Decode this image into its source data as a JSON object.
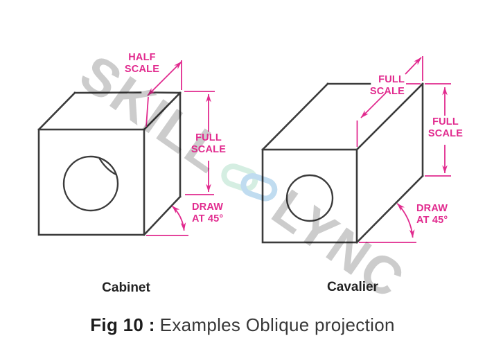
{
  "figure": {
    "cabinet": {
      "label": "Cabinet",
      "depth_dim": [
        "HALF",
        "SCALE"
      ],
      "height_dim": [
        "FULL",
        "SCALE"
      ],
      "angle_note": [
        "DRAW",
        "AT 45°"
      ]
    },
    "cavalier": {
      "label": "Cavalier",
      "depth_dim": [
        "FULL",
        "SCALE"
      ],
      "height_dim": [
        "FULL",
        "SCALE"
      ],
      "angle_note": [
        "DRAW",
        "AT 45°"
      ]
    },
    "caption": {
      "prefix": "Fig 10 :",
      "title": "Examples Oblique projection"
    },
    "watermark": {
      "word1": "SKILL",
      "word2": "LYNC"
    },
    "colors": {
      "dimension_pink": "#e12a8e",
      "drawing_line": "#3b3b3b",
      "watermark_gray": "#cccccc",
      "link_green": "#d5eee2",
      "link_blue": "#c0dcf0",
      "background": "#ffffff"
    }
  }
}
